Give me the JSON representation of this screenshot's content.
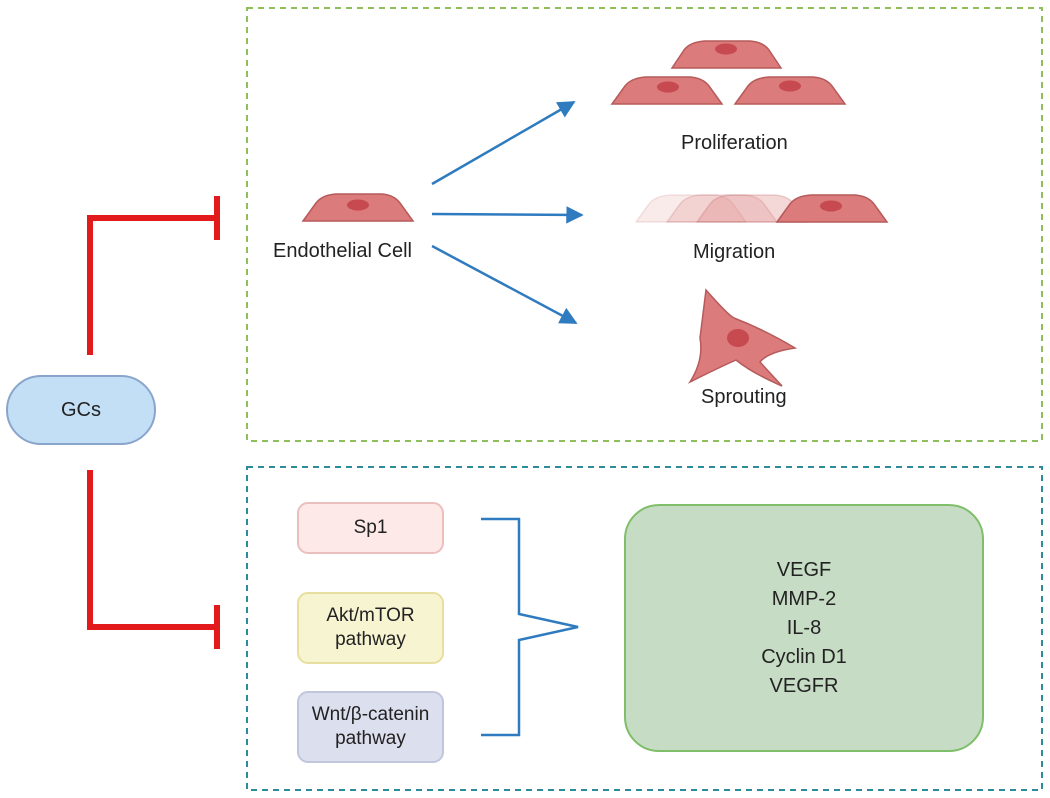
{
  "inhibitor": {
    "label": "GCs",
    "fill": "#c3dff5",
    "stroke": "#8aa5cc"
  },
  "colors": {
    "inhibition": "#e31a1c",
    "arrow": "#2f7bbf",
    "cell_fill": "#db7b7b",
    "cell_stroke": "#b65a5a",
    "nucleus": "#c64a50",
    "top_border": "#8fbf5a",
    "bottom_border": "#2b8c9a",
    "bracket": "#2f7bbf"
  },
  "top_panel": {
    "source": "Endothelial Cell",
    "outcomes": [
      "Proliferation",
      "Migration",
      "Sprouting"
    ]
  },
  "bottom_panel": {
    "pathways": [
      {
        "lines": [
          "Sp1"
        ],
        "fill": "#fde9e8",
        "stroke": "#eabfbd"
      },
      {
        "lines": [
          "Akt/mTOR",
          "pathway"
        ],
        "fill": "#f7f4d2",
        "stroke": "#e7df9f"
      },
      {
        "lines": [
          "Wnt/β-catenin",
          "pathway"
        ],
        "fill": "#dcdfee",
        "stroke": "#c1c6dc"
      }
    ],
    "targets": {
      "lines": [
        "VEGF",
        "MMP-2",
        "IL-8",
        "Cyclin D1",
        "VEGFR"
      ],
      "fill": "#c6dcc4",
      "stroke": "#7fbf6a"
    }
  }
}
